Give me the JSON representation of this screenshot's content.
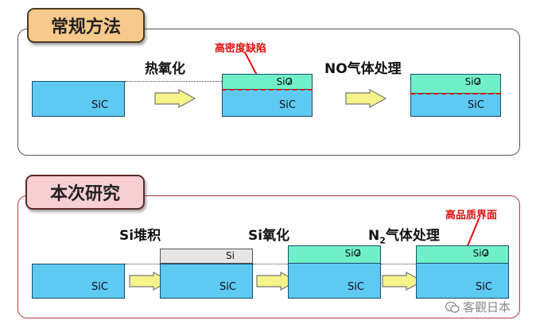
{
  "top_section": {
    "title": "常规方法",
    "step1": "热氧化",
    "step2": "NO气体处理",
    "defect_label": "高密度缺陷",
    "sic1": "SiC",
    "sic2": "SiC",
    "sic3": "SiC",
    "oxide_base": "SiO",
    "oxide_sub": "2"
  },
  "bottom_section": {
    "title": "本次研究",
    "step1": "Si堆积",
    "step2": "Si氧化",
    "step3_n": "N",
    "step3_sub": "2",
    "step3_rest": "气体处理",
    "quality_label": "高品质界面",
    "si_layer": "Si",
    "sic1": "SiC",
    "sic2": "SiC",
    "sic3": "SiC",
    "sic4": "SiC",
    "oxide_base": "SiO",
    "oxide_sub": "2"
  },
  "watermark": "客觀日本",
  "colors": {
    "sic": "#5ecaf2",
    "oxide": "#6ff0c8",
    "defect_line": "#e01010",
    "arrow": "#f4f48a",
    "top_tag": "#f7c98a",
    "bottom_tag": "#f7cfd3"
  },
  "icons": [
    "process-arrow-icon",
    "wechat-icon"
  ]
}
